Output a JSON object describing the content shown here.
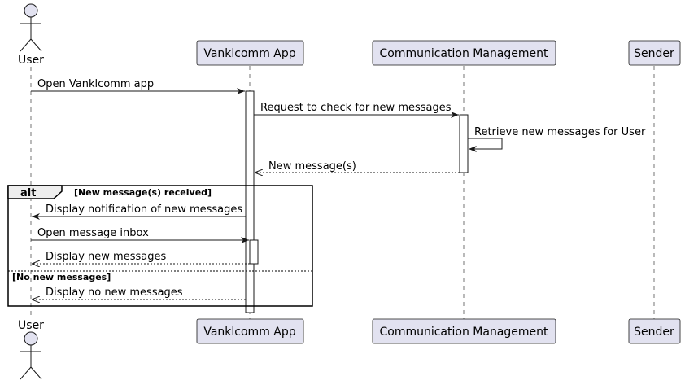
{
  "participants": {
    "user": "User",
    "app": "Vanklcomm App",
    "comm": "Communication Management",
    "sender": "Sender"
  },
  "messages": {
    "m1": "Open Vanklcomm app",
    "m2": "Request to check for new messages",
    "m3": "Retrieve new messages for User",
    "m4": "New message(s)",
    "m5": "Display notification of new messages",
    "m6": "Open message inbox",
    "m7": "Display new messages",
    "m8": "Display no new messages"
  },
  "fragment": {
    "keyword": "alt",
    "guard1": "[New message(s) received]",
    "guard2": "[No new messages]"
  }
}
